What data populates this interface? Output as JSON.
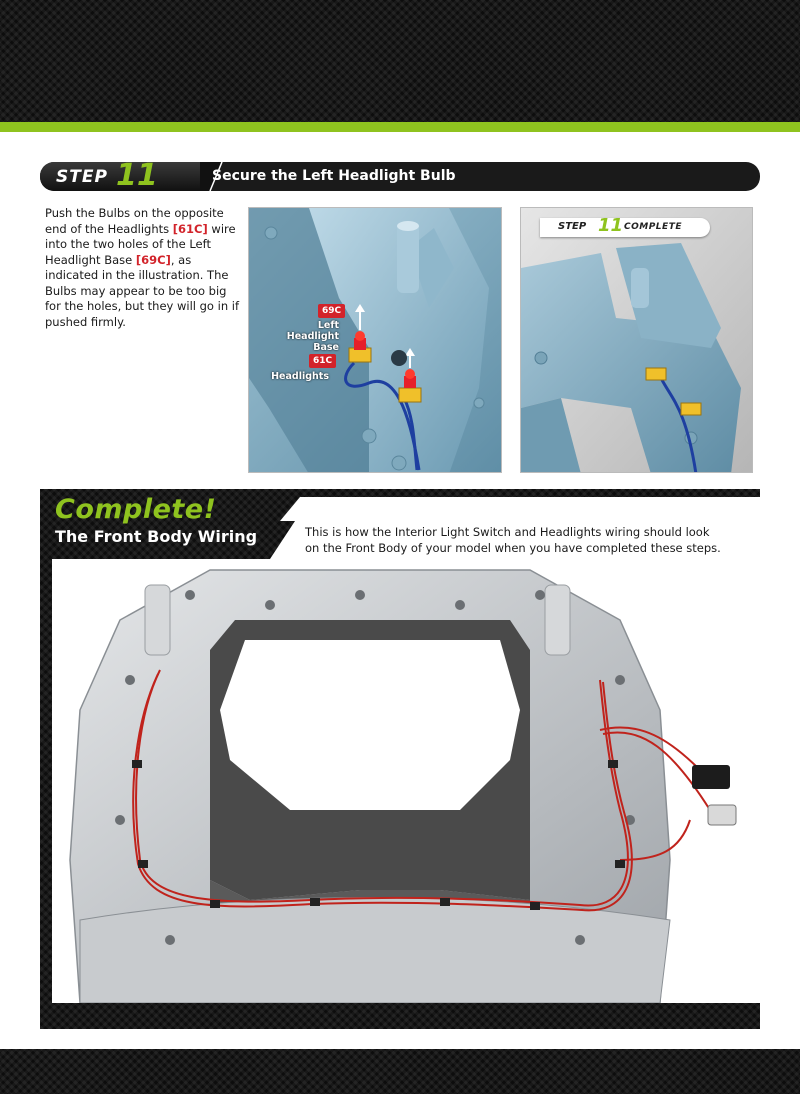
{
  "step": {
    "word": "STEP",
    "number": "11",
    "title": "Secure the Left Headlight Bulb"
  },
  "instruction": {
    "part1": "Push the Bulbs on the opposite end of the Headlights ",
    "ref1": "[61C]",
    "part2": " wire into the two holes of the Left Headlight Base ",
    "ref2": "[69C]",
    "part3": ", as indicated in the illustration. The Bulbs may appear to be too big for the holes, but they will go in if pushed firmly."
  },
  "callouts": {
    "base_tag": "69C",
    "base_label_1": "Left Headlight",
    "base_label_2": "Base",
    "headlights_tag": "61C",
    "headlights_label": "Headlights"
  },
  "complete_badge": {
    "word": "STEP",
    "number": "11",
    "label": "COMPLETE"
  },
  "complete_section": {
    "heading": "Complete!",
    "subtitle": "The Front Body Wiring",
    "description": "This is how the Interior Light Switch and Headlights wiring should look on the Front Body of your model when you have completed these steps."
  },
  "colors": {
    "accent_green": "#8fc31f",
    "reference_red": "#d2232a",
    "carbon_dark": "#141414"
  }
}
